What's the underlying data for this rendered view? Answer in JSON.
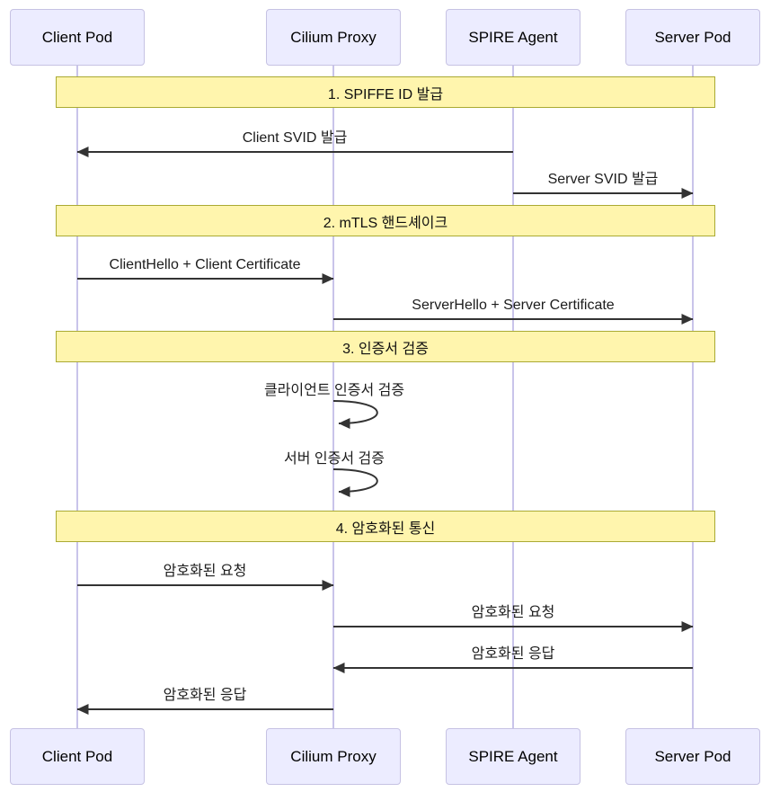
{
  "diagram_type": "sequence",
  "colors": {
    "actor_fill": "#ECECFF",
    "actor_border": "#C6C2E3",
    "lifeline": "#C9C4EA",
    "section_fill": "#FFF5AD",
    "section_border": "#AAAA33",
    "arrow": "#333333",
    "text": "#1C1C1C"
  },
  "actors": [
    {
      "label": "Client Pod"
    },
    {
      "label": "Cilium Proxy"
    },
    {
      "label": "SPIRE Agent"
    },
    {
      "label": "Server Pod"
    }
  ],
  "sections": [
    {
      "label": "1. SPIFFE ID 발급"
    },
    {
      "label": "2. mTLS 핸드셰이크"
    },
    {
      "label": "3. 인증서 검증"
    },
    {
      "label": "4. 암호화된 통신"
    }
  ],
  "messages": [
    {
      "label": "Client SVID 발급",
      "from": "SPIRE Agent",
      "to": "Client Pod"
    },
    {
      "label": "Server SVID 발급",
      "from": "SPIRE Agent",
      "to": "Server Pod"
    },
    {
      "label": "ClientHello + Client Certificate",
      "from": "Client Pod",
      "to": "Cilium Proxy"
    },
    {
      "label": "ServerHello + Server Certificate",
      "from": "Cilium Proxy",
      "to": "Server Pod"
    },
    {
      "label": "암호화된 요청",
      "from": "Client Pod",
      "to": "Cilium Proxy"
    },
    {
      "label": "암호화된 요청",
      "from": "Cilium Proxy",
      "to": "Server Pod"
    },
    {
      "label": "암호화된 응답",
      "from": "Server Pod",
      "to": "Cilium Proxy"
    },
    {
      "label": "암호화된 응답",
      "from": "Cilium Proxy",
      "to": "Client Pod"
    }
  ],
  "self_messages": [
    {
      "label": "클라이언트 인증서 검증",
      "actor": "Cilium Proxy"
    },
    {
      "label": "서버 인증서 검증",
      "actor": "Cilium Proxy"
    }
  ]
}
